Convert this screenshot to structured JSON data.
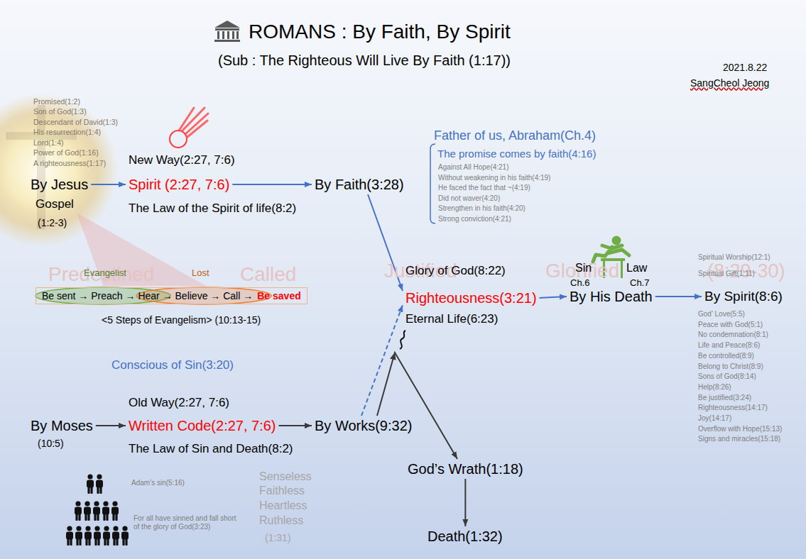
{
  "diagram": {
    "title": "ROMANS : By Faith, By Spirit",
    "nodes": [
      {
        "text": [
          "By Jesus",
          "Gospel",
          "(1:2-3)"
        ]
      },
      {
        "text": [
          "Spirit (2:27, 7:6)"
        ]
      },
      {
        "text": [
          "By Faith(3:28)"
        ]
      },
      {
        "text": [
          "Righteousness(3:21)"
        ]
      },
      {
        "text": [
          "By His Death"
        ]
      },
      {
        "text": [
          "By Spirit(8:6)"
        ]
      },
      {
        "text": [
          "Be sent → Preach → Hear → Believe → Call →",
          "Be saved"
        ]
      },
      {
        "text": [
          "By Moses",
          "(10:5)"
        ]
      },
      {
        "text": [
          "Written Code(2:27, 7:6)"
        ]
      },
      {
        "text": [
          "By Works(9:32)"
        ]
      },
      {
        "text": [
          "God’s Wrath(1:18)"
        ]
      },
      {
        "text": [
          "Death(1:32)"
        ]
      }
    ],
    "edges": [
      {
        "from": 0,
        "to": 1,
        "arrow": "to"
      },
      {
        "from": 1,
        "to": 2,
        "arrow": "to"
      },
      {
        "from": 2,
        "to": 3,
        "arrow": "to"
      },
      {
        "from": 3,
        "to": 4,
        "arrow": "to"
      },
      {
        "from": 4,
        "to": 5,
        "arrow": "to"
      },
      {
        "from": 7,
        "to": 8,
        "arrow": "to"
      },
      {
        "from": 8,
        "to": 9,
        "arrow": "to"
      },
      {
        "from": 9,
        "to": 3,
        "arrow": "to"
      },
      {
        "from": 9,
        "to": 10,
        "arrow": "to"
      },
      {
        "from": 10,
        "to": 11,
        "arrow": "to"
      }
    ],
    "labels": [
      "(Sub : The Righteous Will Live By Faith (1:17))",
      "2021.8.22",
      "SangCheol Jeong",
      "Promised(1:2)",
      "Son of God(1:3)",
      "Descendant of David(1:3)",
      "His resurrection(1:4)",
      "Lord(1:4)",
      "Power of God(1:16)",
      "A righteousness(1:17)",
      "New Way(2:27, 7:6)",
      "The Law of the Spirit of life(8:2)",
      "Father of us, Abraham(Ch.4)",
      "The promise comes by faith(4:16)",
      "Against All Hope(4:21)",
      "Without weakening in his faith(4:19)",
      "He faced the fact that ~(4:19)",
      "Did not waver(4:20)",
      "Strengthen in his faith(4:20)",
      "Strong conviction(4:21)",
      "Predestined",
      "Called",
      "Justified",
      "Glorified",
      "(8:29-30)",
      "Evangelist",
      "Lost",
      "<5 Steps of Evangelism> (10:13-15)",
      "Glory of God(8:22)",
      "Eternal Life(6:23)",
      "Sin",
      "Ch.6",
      "Law",
      "Ch.7",
      "Spiritual Worship(12:1)",
      "Spiritual Gift(1:11)",
      "God’ Love(5:5)",
      "Peace with God(5:1)",
      "No condemnation(8:1)",
      "Life and Peace(8:6)",
      "Be controlled(8:9)",
      "Belong to Christ(8:9)",
      "Sons of God(8:14)",
      "Help(8:26)",
      "Be justified(3:24)",
      "Righteousness(14:17)",
      "Joy(14:17)",
      "Overflow with Hope(15:13)",
      "Signs and miracles(15:18)",
      "Conscious of Sin(3:20)",
      "Old Way(2:27, 7:6)",
      "The Law of Sin and Death(8:2)",
      "Adam’s sin(5:16)",
      "For all have sinned and fall short of the glory of God(3:23)",
      "Senseless",
      "Faithless",
      "Heartless",
      "Ruthless",
      "(1:31)"
    ]
  }
}
